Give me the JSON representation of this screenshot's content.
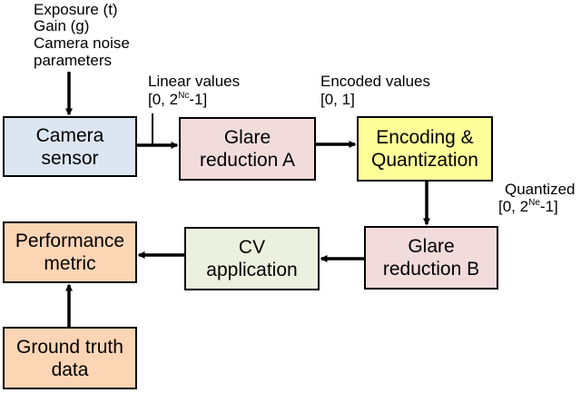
{
  "inputs": {
    "line1": "Exposure (t)",
    "line2": "Gain (g)",
    "line3": "Camera noise",
    "line4": "parameters"
  },
  "linear_values": {
    "label": "Linear values",
    "range_prefix": "[0, 2",
    "range_exp": "Nc",
    "range_suffix": "-1]"
  },
  "encoded_values": {
    "label": "Encoded values",
    "range": "[0, 1]"
  },
  "quantized": {
    "label": "Quantized",
    "range_prefix": "[0, 2",
    "range_exp": "Ne",
    "range_suffix": "-1]"
  },
  "boxes": {
    "camera_sensor": {
      "line1": "Camera",
      "line2": "sensor",
      "fill": "#dce6f2"
    },
    "glare_a": {
      "line1": "Glare",
      "line2": "reduction A",
      "fill": "#f2dcdb"
    },
    "encoding": {
      "line1": "Encoding &",
      "line2": "Quantization",
      "fill": "#ffff99"
    },
    "glare_b": {
      "line1": "Glare",
      "line2": "reduction B",
      "fill": "#f2dcdb"
    },
    "cv_app": {
      "line1": "CV",
      "line2": "application",
      "fill": "#ebf1de"
    },
    "performance": {
      "line1": "Performance",
      "line2": "metric",
      "fill": "#fcd5b5"
    },
    "ground_truth": {
      "line1": "Ground truth",
      "line2": "data",
      "fill": "#fcd5b5"
    }
  }
}
